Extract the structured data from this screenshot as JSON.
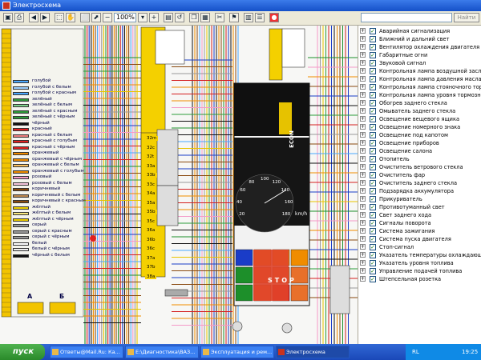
{
  "window": {
    "title": "Электросхема"
  },
  "toolbar": {
    "zoom_value": "100%",
    "find_label": "Найти"
  },
  "diagram": {
    "legend_colors": [
      "голубой",
      "голубой с белым",
      "голубой с красным",
      "зелёный",
      "зелёный с белым",
      "зелёный с красным",
      "зелёный с чёрным",
      "чёрный",
      "красный",
      "красный с белым",
      "красный с голубым",
      "красный с чёрным",
      "оранжевый",
      "оранжевый с чёрным",
      "оранжевый с белым",
      "оранжевый с голубым",
      "розовый",
      "розовый с белым",
      "коричневый",
      "коричневый с белым",
      "коричневый с красным",
      "жёлтый",
      "жёлтый с белым",
      "жёлтый с чёрным",
      "серый",
      "серый с красным",
      "серый с чёрным",
      "белый",
      "белый с чёрным",
      "чёрный с белым"
    ],
    "connector_labels": [
      "А",
      "Б"
    ],
    "pin_labels": [
      "32m",
      "32c",
      "32t",
      "33a",
      "33b",
      "33c",
      "34a",
      "35a",
      "35b",
      "35c",
      "36a",
      "36b",
      "36c",
      "37a",
      "37b",
      "38a"
    ],
    "dash": {
      "econ_label": "ECON",
      "stop_label": "STOP",
      "speed_unit": "km/h",
      "speed_ticks": [
        "20",
        "40",
        "60",
        "80",
        "100",
        "120",
        "140",
        "160",
        "180"
      ]
    }
  },
  "panel": {
    "items": [
      "Аварийная сигнализация",
      "Ближний и дальний свет",
      "Вентилятор охлаждения двигателя",
      "Габаритные огни",
      "Звуковой сигнал",
      "Контрольная лампа воздушной заслонки карбюратора",
      "Контрольная лампа давления масла",
      "Контрольная лампа стояночного тормоза",
      "Контрольная лампа уровня тормозной жидкости",
      "Обогрев заднего стекла",
      "Омыватель заднего стекла",
      "Освещение вещевого ящика",
      "Освещение номерного знака",
      "Освещение под капотом",
      "Освещение приборов",
      "Освещение салона",
      "Отопитель",
      "Очиститель ветрового стекла",
      "Очиститель фар",
      "Очиститель заднего стекла",
      "Подзарядка аккумулятора",
      "Прикуриватель",
      "Противотуманный свет",
      "Свет заднего хода",
      "Сигналы поворота",
      "Система зажигания",
      "Система пуска двигателя",
      "Стоп-сигнал",
      "Указатель температуры охлаждающей жидкости",
      "Указатель уровня топлива",
      "Управление подачей топлива",
      "Штепсельная розетка"
    ]
  },
  "taskbar": {
    "start_label": "пуск",
    "tasks": [
      "Ответы@Mail.Ru: Ка...",
      "E:\\Диагностика\\ВАЗ...",
      "Эксплуатация и рем...",
      "Электросхема"
    ],
    "lang": "RL",
    "clock": "19:25"
  },
  "colors": {
    "titlebar": "#2a5fd6",
    "wire_red": "#d42020",
    "wire_blue": "#1a3cc8",
    "wire_green": "#1d8f2a",
    "connector_yellow": "#e8c400",
    "dash_black": "#101010"
  }
}
